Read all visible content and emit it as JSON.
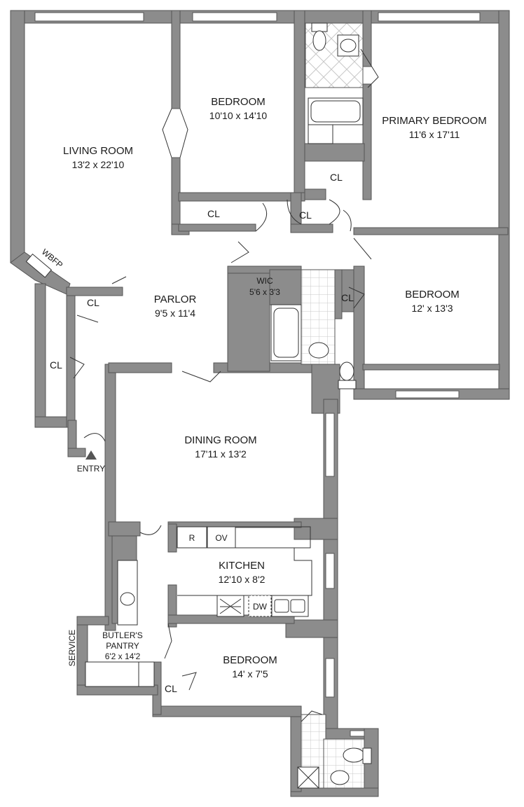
{
  "rooms": {
    "living_room": {
      "name": "LIVING ROOM",
      "dims": "13'2 x 22'10"
    },
    "bedroom_1": {
      "name": "BEDROOM",
      "dims": "10'10 x 14'10"
    },
    "primary_bedroom": {
      "name": "PRIMARY BEDROOM",
      "dims": "11'6 x 17'11"
    },
    "parlor": {
      "name": "PARLOR",
      "dims": "9'5 x 11'4"
    },
    "wic": {
      "name": "WIC",
      "dims": "5'6 x 3'3"
    },
    "bedroom_2": {
      "name": "BEDROOM",
      "dims": "12' x 13'3"
    },
    "dining_room": {
      "name": "DINING ROOM",
      "dims": "17'11 x 13'2"
    },
    "kitchen": {
      "name": "KITCHEN",
      "dims": "12'10 x 8'2"
    },
    "butlers_pantry": {
      "name_line1": "BUTLER'S",
      "name_line2": "PANTRY",
      "dims": "6'2 x 14'2"
    },
    "bedroom_3": {
      "name": "BEDROOM",
      "dims": "14' x 7'5"
    }
  },
  "labels": {
    "closet": "CL",
    "fireplace": "WBFP",
    "entry": "ENTRY",
    "service": "SERVICE",
    "refrigerator": "R",
    "oven": "OV",
    "dishwasher": "DW"
  }
}
